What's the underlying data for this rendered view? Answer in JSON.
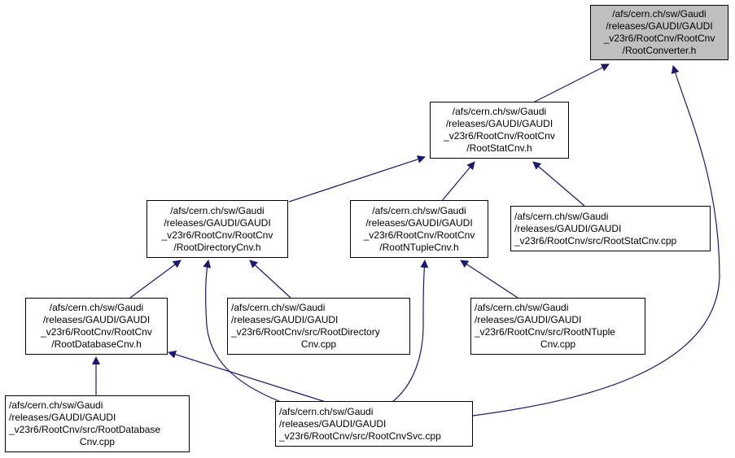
{
  "colors": {
    "edge": "#191970",
    "root_fill": "#bfbfbf",
    "node_fill": "#ffffff",
    "border": "#000000"
  },
  "nodes": {
    "root_converter": {
      "lines": [
        "/afs/cern.ch/sw/Gaudi",
        "/releases/GAUDI/GAUDI",
        "_v23r6/RootCnv/RootCnv",
        "/RootConverter.h"
      ]
    },
    "root_stat_cnv_h": {
      "lines": [
        "/afs/cern.ch/sw/Gaudi",
        "/releases/GAUDI/GAUDI",
        "_v23r6/RootCnv/RootCnv",
        "/RootStatCnv.h"
      ]
    },
    "root_directory_cnv_h": {
      "lines": [
        "/afs/cern.ch/sw/Gaudi",
        "/releases/GAUDI/GAUDI",
        "_v23r6/RootCnv/RootCnv",
        "/RootDirectoryCnv.h"
      ]
    },
    "root_ntuple_cnv_h": {
      "lines": [
        "/afs/cern.ch/sw/Gaudi",
        "/releases/GAUDI/GAUDI",
        "_v23r6/RootCnv/RootCnv",
        "/RootNTupleCnv.h"
      ]
    },
    "root_stat_cnv_cpp": {
      "lines": [
        "/afs/cern.ch/sw/Gaudi",
        "/releases/GAUDI/GAUDI",
        "_v23r6/RootCnv/src/RootStatCnv.cpp"
      ]
    },
    "root_database_cnv_h": {
      "lines": [
        "/afs/cern.ch/sw/Gaudi",
        "/releases/GAUDI/GAUDI",
        "_v23r6/RootCnv/RootCnv",
        "/RootDatabaseCnv.h"
      ]
    },
    "root_directory_cnv_cpp": {
      "lines": [
        "/afs/cern.ch/sw/Gaudi",
        "/releases/GAUDI/GAUDI",
        "_v23r6/RootCnv/src/RootDirectory",
        "Cnv.cpp"
      ]
    },
    "root_ntuple_cnv_cpp": {
      "lines": [
        "/afs/cern.ch/sw/Gaudi",
        "/releases/GAUDI/GAUDI",
        "_v23r6/RootCnv/src/RootNTuple",
        "Cnv.cpp"
      ]
    },
    "root_database_cnv_cpp": {
      "lines": [
        "/afs/cern.ch/sw/Gaudi",
        "/releases/GAUDI/GAUDI",
        "_v23r6/RootCnv/src/RootDatabase",
        "Cnv.cpp"
      ]
    },
    "root_cnv_svc_cpp": {
      "lines": [
        "/afs/cern.ch/sw/Gaudi",
        "/releases/GAUDI/GAUDI",
        "_v23r6/RootCnv/src/RootCnvSvc.cpp"
      ]
    }
  },
  "edges": [
    {
      "from": "root_stat_cnv_h",
      "to": "root_converter"
    },
    {
      "from": "root_cnv_svc_cpp",
      "to": "root_converter"
    },
    {
      "from": "root_directory_cnv_h",
      "to": "root_stat_cnv_h"
    },
    {
      "from": "root_ntuple_cnv_h",
      "to": "root_stat_cnv_h"
    },
    {
      "from": "root_stat_cnv_cpp",
      "to": "root_stat_cnv_h"
    },
    {
      "from": "root_database_cnv_h",
      "to": "root_directory_cnv_h"
    },
    {
      "from": "root_cnv_svc_cpp",
      "to": "root_directory_cnv_h"
    },
    {
      "from": "root_directory_cnv_cpp",
      "to": "root_directory_cnv_h"
    },
    {
      "from": "root_cnv_svc_cpp",
      "to": "root_ntuple_cnv_h"
    },
    {
      "from": "root_ntuple_cnv_cpp",
      "to": "root_ntuple_cnv_h"
    },
    {
      "from": "root_database_cnv_cpp",
      "to": "root_database_cnv_h"
    },
    {
      "from": "root_cnv_svc_cpp",
      "to": "root_database_cnv_h"
    }
  ]
}
